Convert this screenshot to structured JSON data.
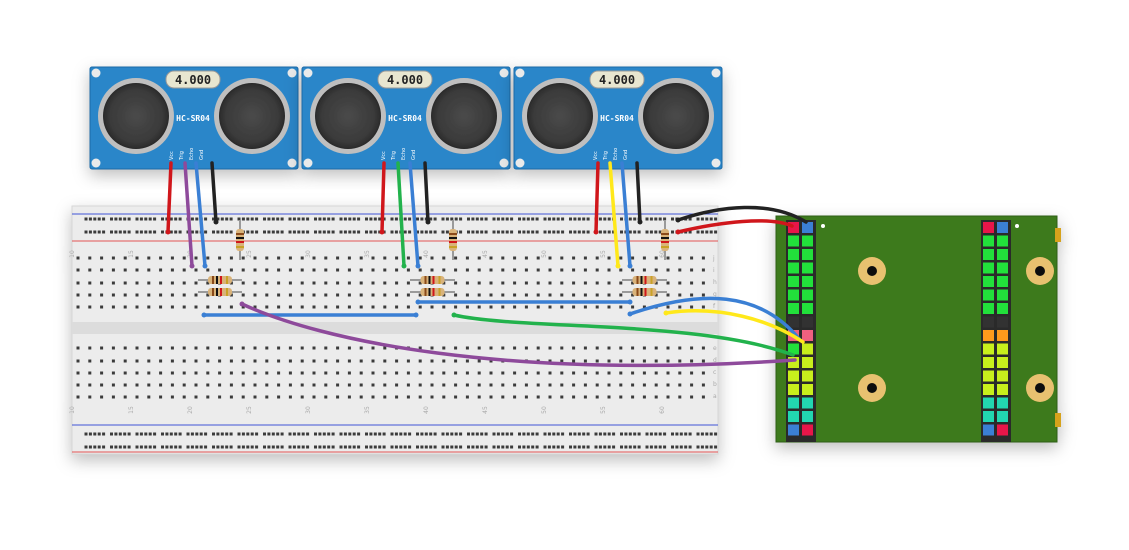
{
  "sensors": [
    {
      "display": "4.000",
      "model": "HC-SR04",
      "pins": [
        "Vcc",
        "Trig",
        "Echo",
        "Gnd"
      ]
    },
    {
      "display": "4.000",
      "model": "HC-SR04",
      "pins": [
        "Vcc",
        "Trig",
        "Echo",
        "Gnd"
      ]
    },
    {
      "display": "4.000",
      "model": "HC-SR04",
      "pins": [
        "Vcc",
        "Trig",
        "Echo",
        "Gnd"
      ]
    }
  ],
  "breadboard": {
    "column_labels": [
      "10",
      "15",
      "20",
      "25",
      "30",
      "35",
      "40",
      "45",
      "50",
      "55",
      "60"
    ],
    "row_labels_top": [
      "j",
      "i",
      "h",
      "g",
      "f"
    ],
    "row_labels_bottom": [
      "e",
      "d",
      "c",
      "b",
      "a"
    ]
  },
  "colors": {
    "sensor_board": "#2a86c9",
    "breadboard": "#ececec",
    "board_pcb": "#3e7a1e",
    "wire_red": "#d0161b",
    "wire_black": "#222222",
    "wire_blue": "#3a7fd4",
    "wire_purple": "#8e4a9b",
    "wire_green": "#22b24c",
    "wire_yellow": "#ffe81a"
  }
}
